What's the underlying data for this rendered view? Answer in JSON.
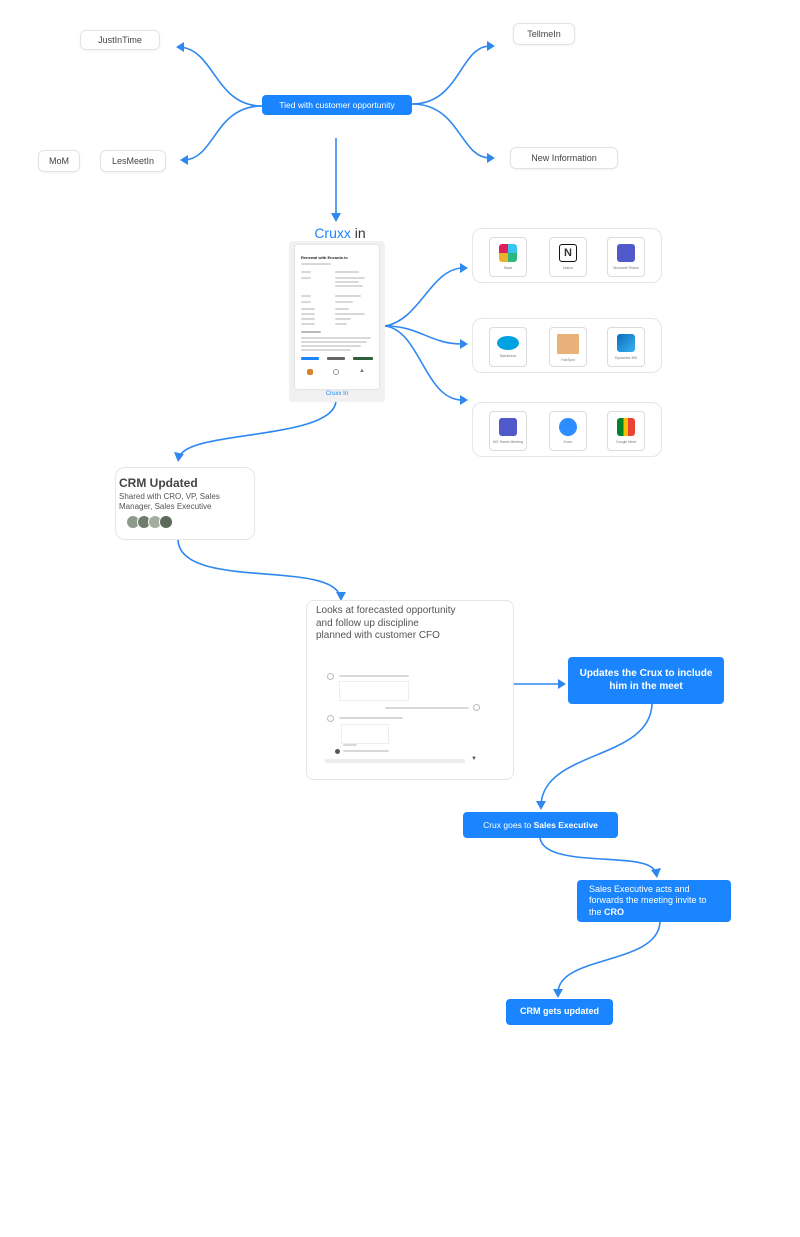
{
  "nodes": {
    "justintime": "JustInTime",
    "tellmein": "TellmeIn",
    "mom": "MoM",
    "letsmeetin": "LesMeetIn",
    "new_information": "New Information",
    "tied": "Tied with customer opportunity"
  },
  "cruxx": {
    "title_blue": "Cruxx",
    "title_dark": " in",
    "caption": "Cruxx In",
    "doc_title": "Renewal with Encante.io"
  },
  "integrations": {
    "row1": [
      "Slack",
      "Notion",
      "Microsoft Teams"
    ],
    "row2": [
      "Salesforce",
      "HubSpot",
      "Dynamics 365"
    ],
    "row3": [
      "MS Teams Meeting",
      "Zoom",
      "Google Meet"
    ]
  },
  "crm_card": {
    "title": "CRM Updated",
    "subtitle": "Shared with CRO, VP, Sales Manager, Sales Executive"
  },
  "forecast_card": {
    "text": "Looks at forecasted opportunity and follow up discipline planned with customer CFO"
  },
  "steps": {
    "updates_crux": "Updates the Crux to include him in the meet",
    "crux_goes_prefix": "Crux goes to ",
    "crux_goes_bold": "Sales Executive",
    "sales_exec_prefix": "Sales Executive acts and forwards the meeting invite to the ",
    "sales_exec_bold": "CRO",
    "crm_gets_updated": "CRM gets updated"
  },
  "colors": {
    "accent": "#1a85ff",
    "arrow": "#2f88f0",
    "border": "#e2e2e2"
  },
  "icons": {
    "row1": [
      "slack-icon",
      "notion-icon",
      "teams-icon"
    ],
    "row2": [
      "salesforce-icon",
      "hubspot-icon",
      "dynamics-icon"
    ],
    "row3": [
      "teams-meeting-icon",
      "zoom-icon",
      "google-meet-icon"
    ]
  }
}
